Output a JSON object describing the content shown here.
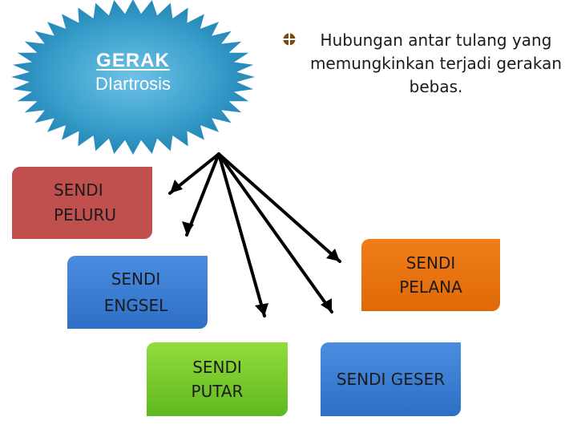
{
  "burst": {
    "title": "GERAK",
    "subtitle": "DIartrosis"
  },
  "description": "Hubungan antar tulang yang memungkinkan terjadi gerakan bebas.",
  "boxes": {
    "peluru": "SENDI PELURU",
    "engsel": "SENDI ENGSEL",
    "putar": "SENDI PUTAR",
    "pelana": "SENDI PELANA",
    "geser": "SENDI GESER"
  },
  "colors": {
    "burst": "#3aa0cc",
    "peluru": "#c0504d",
    "engsel": "#3b7dd4",
    "putar": "#7acc2e",
    "pelana": "#e8730f",
    "geser": "#3b7dd4",
    "bullet": "#7a4a16"
  }
}
